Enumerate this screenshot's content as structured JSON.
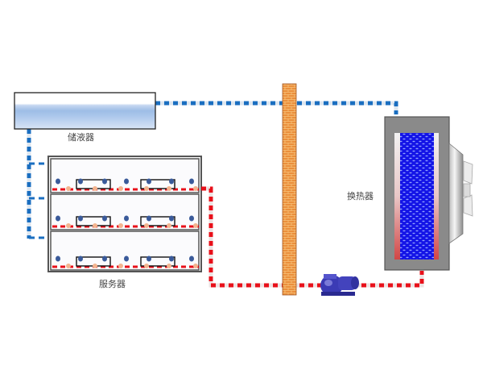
{
  "labels": {
    "reservoir": "储液器",
    "servers": "服务器",
    "heat_exchanger": "换热器"
  },
  "colors": {
    "cold_pipe": "#1a6ec0",
    "hot_pipe": "#e8101a",
    "coolant": "#1a1aee",
    "wall": "#e8883a",
    "pump": "#3a3ab0",
    "cabinet": "#8a8a8a"
  },
  "components": {
    "server_units": 3,
    "icons": [
      "reservoir-tank",
      "server-rack",
      "brick-wall",
      "pump",
      "heat-exchanger",
      "fan"
    ]
  }
}
